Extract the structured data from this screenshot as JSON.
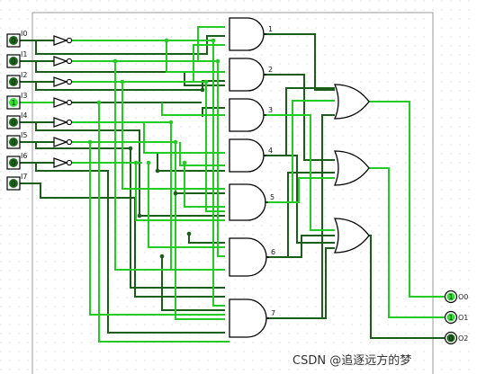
{
  "inputs": [
    {
      "label": "I0",
      "value": "0"
    },
    {
      "label": "I1",
      "value": "0"
    },
    {
      "label": "I2",
      "value": "0"
    },
    {
      "label": "I3",
      "value": "1"
    },
    {
      "label": "I4",
      "value": "0"
    },
    {
      "label": "I5",
      "value": "0"
    },
    {
      "label": "I6",
      "value": "0"
    },
    {
      "label": "I7",
      "value": "0"
    }
  ],
  "and_gates": [
    {
      "label": "1"
    },
    {
      "label": "2"
    },
    {
      "label": "3"
    },
    {
      "label": "4"
    },
    {
      "label": "5"
    },
    {
      "label": "6"
    },
    {
      "label": "7"
    }
  ],
  "outputs": [
    {
      "label": "O0",
      "value": "1"
    },
    {
      "label": "O1",
      "value": "1"
    },
    {
      "label": "O2",
      "value": "0"
    }
  ],
  "watermark": "CSDN @追逐远方的梦",
  "colors": {
    "wire_on": "#22cc22",
    "wire_off": "#1a5e1a",
    "gate_stroke": "#000000",
    "input_high": "#33dd33",
    "input_low": "#1a6b1a",
    "grid_dot": "#c8c8c8",
    "frame": "#999999"
  }
}
